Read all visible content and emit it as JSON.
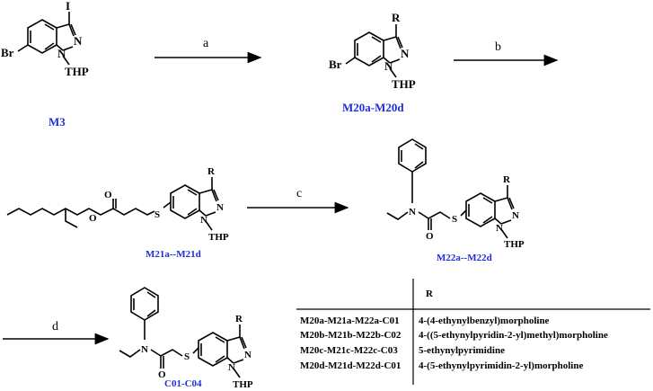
{
  "labels": {
    "iodo": "I",
    "R": "R",
    "Br": "Br",
    "N": "N",
    "THP": "THP",
    "O": "O",
    "S": "S"
  },
  "compounds": {
    "m3": "M3",
    "m20": "M20a-M20d",
    "m21": "M21a--M21d",
    "m22": "M22a--M22d",
    "c": "C01-C04"
  },
  "steps": [
    "a",
    "b",
    "c",
    "d"
  ],
  "table": {
    "header": "R",
    "rows": [
      {
        "id": "M20a-M21a-M22a-C01",
        "r": "4-(4-ethynylbenzyl)morpholine"
      },
      {
        "id": "M20b-M21b-M22b-C02",
        "r": "4-((5-ethynylpyridin-2-yl)methyl)morpholine"
      },
      {
        "id": "M20c-M21c-M22c-C03",
        "r": "5-ethynylpyrimidine"
      },
      {
        "id": "M20d-M21d-M22d-C01",
        "r": "4-(5-ethynylpyrimidin-2-yl)morpholine"
      }
    ]
  }
}
